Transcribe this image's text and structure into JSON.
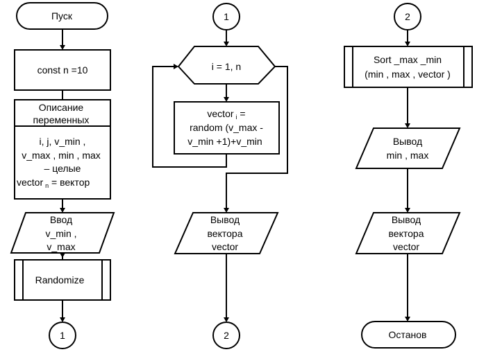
{
  "col1": {
    "start": "Пуск",
    "const": "const n =10",
    "desc_header": [
      "Описание",
      "переменных"
    ],
    "desc_body": [
      "i, j, v_min ,",
      "v_max , min , max",
      "– целые"
    ],
    "desc_vector_pre": "vector",
    "desc_vector_sub": "n",
    "desc_vector_post": " = вектор",
    "input": [
      "Ввод",
      "v_min ,",
      "v_max"
    ],
    "randomize": "Randomize",
    "connector": "1"
  },
  "col2": {
    "connector_top": "1",
    "loop": "i = 1, n",
    "assign_pre": "vector",
    "assign_sub": "i",
    "assign_post": " =",
    "assign_lines": [
      "random (v_max -",
      "v_min +1)+v_min"
    ],
    "output": [
      "Вывод",
      "вектора",
      "vector"
    ],
    "connector_bottom": "2"
  },
  "col3": {
    "connector_top": "2",
    "sort": [
      "Sort _max _min",
      "(min , max , vector  )"
    ],
    "output1": [
      "Вывод",
      "min , max"
    ],
    "output2": [
      "Вывод",
      "вектора",
      "vector"
    ],
    "end": "Останов"
  }
}
